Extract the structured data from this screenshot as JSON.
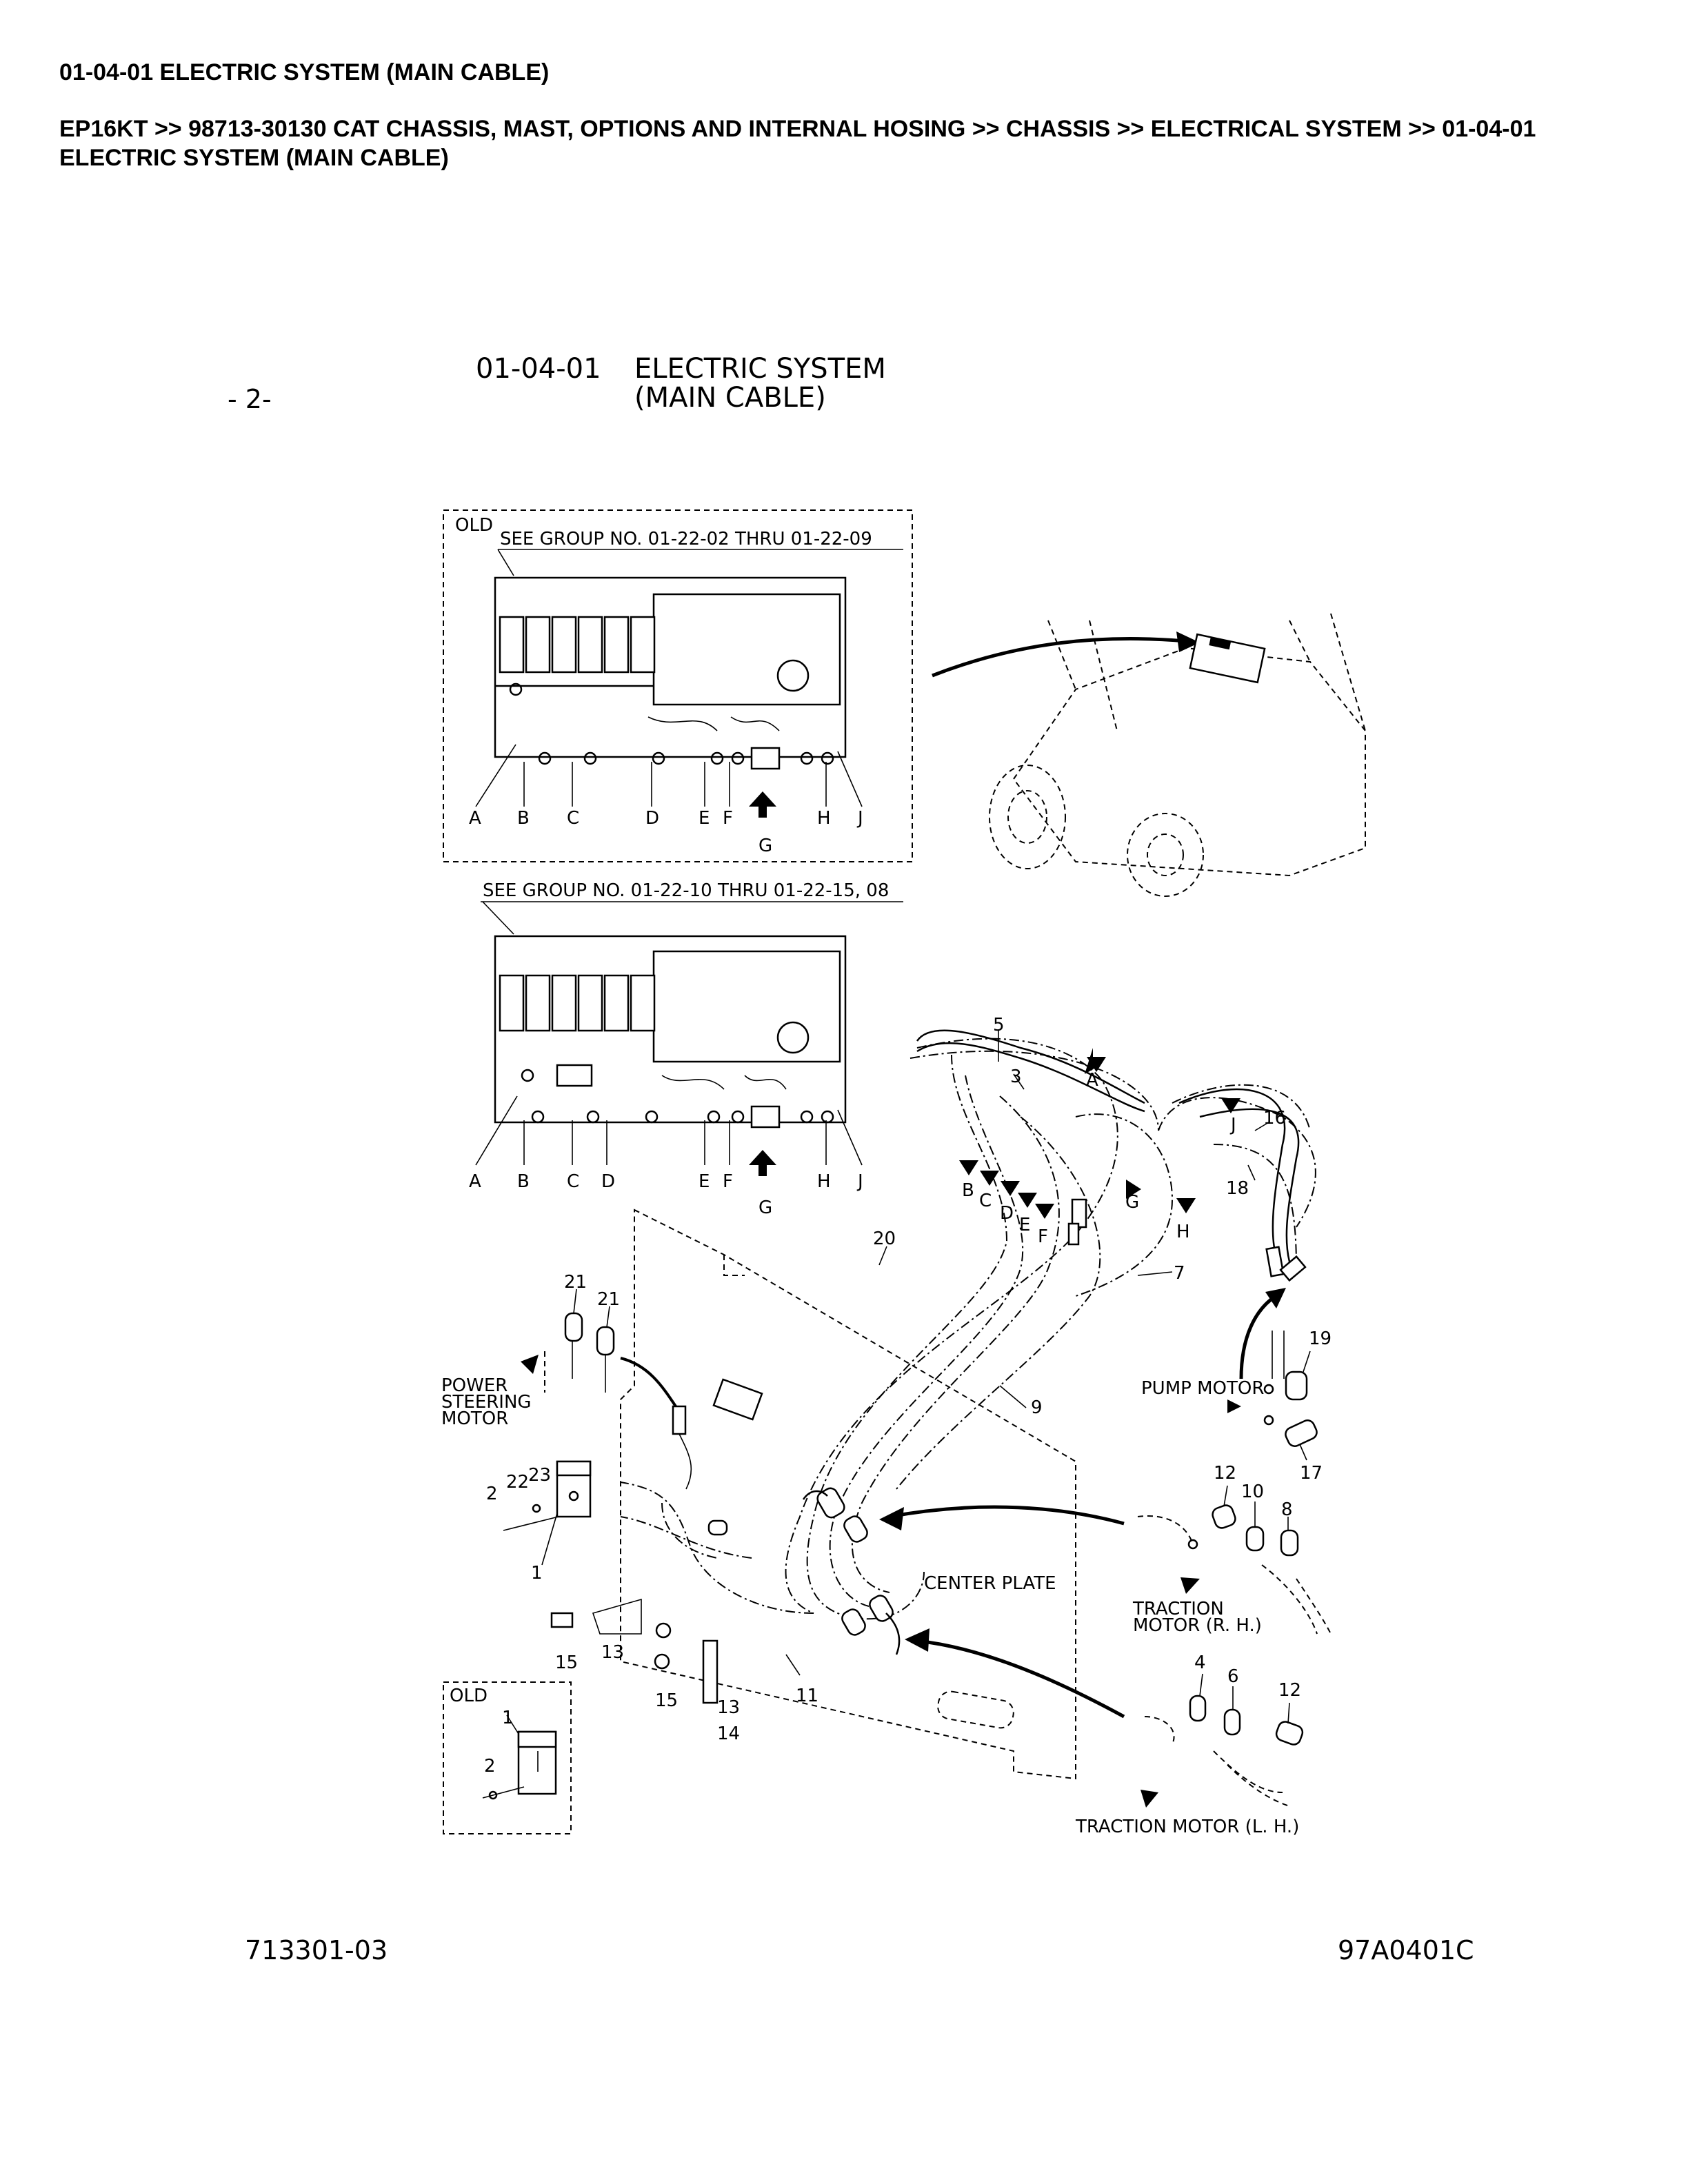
{
  "header": {
    "title": "01-04-01 ELECTRIC SYSTEM (MAIN CABLE)",
    "breadcrumb": "EP16KT >> 98713-30130 CAT CHASSIS, MAST, OPTIONS AND INTERNAL HOSING >> CHASSIS >> ELECTRICAL SYSTEM >> 01-04-01 ELECTRIC SYSTEM (MAIN CABLE)"
  },
  "drawing": {
    "page_marker": "- 2-",
    "code": "01-04-01",
    "title_line1": "ELECTRIC SYSTEM",
    "title_line2": "(MAIN CABLE)",
    "old_label": "OLD",
    "see_group_top": "SEE GROUP NO. 01-22-02 THRU 01-22-09",
    "see_group_bottom": "SEE GROUP NO. 01-22-10 THRU 01-22-15, 08",
    "terminal_letters": [
      "A",
      "B",
      "C",
      "D",
      "E",
      "F",
      "G",
      "H",
      "J"
    ],
    "callouts": [
      "1",
      "2",
      "3",
      "4",
      "5",
      "6",
      "7",
      "8",
      "9",
      "10",
      "11",
      "12",
      "13",
      "14",
      "15",
      "16",
      "17",
      "18",
      "19",
      "20",
      "21",
      "22",
      "23"
    ],
    "labels": {
      "power_steering_motor": [
        "POWER",
        "STEERING",
        "MOTOR"
      ],
      "pump_motor": "PUMP MOTOR",
      "center_plate": "CENTER PLATE",
      "traction_rh": [
        "TRACTION",
        "MOTOR (R. H.)"
      ],
      "traction_lh": "TRACTION MOTOR (L. H.)"
    },
    "footer_left": "713301-03",
    "footer_right": "97A0401C"
  }
}
